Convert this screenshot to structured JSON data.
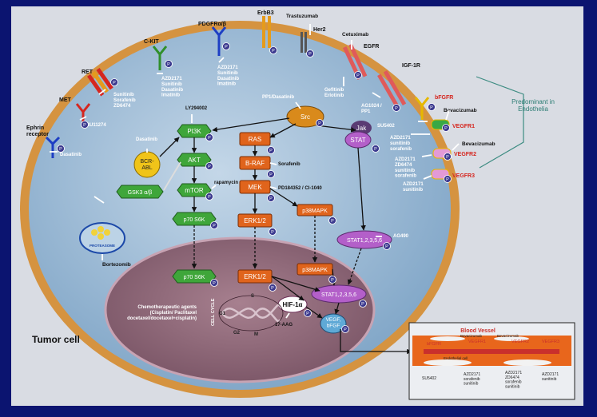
{
  "colors": {
    "background": "#0b1470",
    "panel": "#d9dce3",
    "cell": "#a9c4dc",
    "cell_edge": "#e39a2b",
    "nucleus": "#8f6a7c",
    "pi3k": "#3fa63a",
    "ras": "#e0641c",
    "stat": "#b35fc9",
    "inhibitor": "#ffffff",
    "ligand": "#e6b800"
  },
  "labels": {
    "tumor_cell": "Tumor cell",
    "predominant": "Predominant in\nEndothelia",
    "proteasome": "PROTEASOME",
    "blood_vessel": "Blood Vessel",
    "endothelial_cell": "Endothelial cell",
    "cell_cycle": "CELL CYCLE",
    "chemo": "Chemotherapeutic agents\n(Cisplatin/ Paclitaxel\ndocetaxel/docetaxel+cisplatin)",
    "phases": [
      "G1",
      "S",
      "G2",
      "M"
    ]
  },
  "receptors": {
    "ret": "RET",
    "met": "MET",
    "ephrin": "Ephrin\nreceptor",
    "ckit": "C-KIT",
    "pdgfr": "PDGFRα/β",
    "erbb3": "ErbB3",
    "her2": "Her2",
    "egfr": "EGFR",
    "igf1r": "IGF-1R",
    "bfgfr": "bFGFR",
    "vegfr1": "VEGFR1",
    "vegfr2": "VEGFR2",
    "vegfr3": "VEGFR3"
  },
  "nodes": {
    "src": "Src",
    "pi3k": "PI3K",
    "akt": "AKT",
    "mtor": "mTOR",
    "p70s6k": "p70 S6K",
    "p70s6k_nuc": "p70 S6K",
    "bcrabl": "BCR-\nABL",
    "gsk3": "GSK3 α/β",
    "ras": "RAS",
    "braf": "B-RAF",
    "mek": "MEK",
    "erk": "ERK1/2",
    "erk_nuc": "ERK1/2",
    "p38": "p38MAPK",
    "p38_nuc": "p38MAPK",
    "jak": "Jak",
    "stat": "STAT",
    "stat_cyto": "STAT1,2,3,5,6",
    "stat_nuc": "STAT1,2,3,5,6",
    "hif": "HIF-1α",
    "vegf": "VEGF,\nbFGF",
    "p": "P"
  },
  "drugs": {
    "trastuzumab": "Trastuzumab",
    "cetuximab": "Cetuximab",
    "gefitinib": "Gefitinib\nErlotinib",
    "ag1024": "AG1024 /\nPP1",
    "ret_drugs": "Sunitinib\nSorafenib\nZD6474",
    "su11274": "SU11274",
    "dasatinib_eph": "Dasatinib",
    "ckit_drugs": "AZD2171\nSunitinib\nDasatinib\nImatinib",
    "pdgfr_drugs": "AZD2171\nSunitinib\nDasatinib\nImatinib",
    "pp1": "PP1/Dasatinib",
    "ly294002": "LY294002",
    "dasatinib_bcr": "Dasatinib",
    "rapamycin": "rapamycin",
    "sorafenib": "Sorafenib",
    "pd184352": "PD184352 / CI-1040",
    "ag490": "AG490",
    "bortezomib": "Bortezomib",
    "aag": "17-AAG",
    "bevacizumab": "Bevacizumab",
    "su5402": "SU5402",
    "vegfr1_drugs": "AZD2171\nsunitinib\nsorafenib",
    "vegfr2_drugs": "AZD2171\nZD6474\nsunitinib\nsorafenib",
    "vegfr3_drugs": "AZD2171\nsunitinib",
    "inset_su5402": "SU5402",
    "inset_v1": "AZD2171\nsorafenib\nsunitinib",
    "inset_v2": "AZD2171\nZD6474\nsorafenib\nsunitinib",
    "inset_v3": "AZD2171\nsunitinib",
    "inset_bev1": "Bevacizumab",
    "inset_bev2": "Bevacizumab"
  }
}
